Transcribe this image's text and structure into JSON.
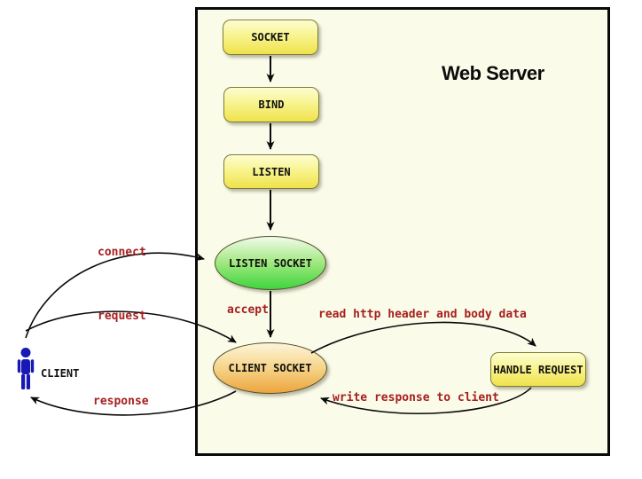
{
  "title": "Web Server",
  "nodes": {
    "socket": {
      "label": "SOCKET",
      "shape": "rounded-rect",
      "color": "yellow"
    },
    "bind": {
      "label": "BIND",
      "shape": "rounded-rect",
      "color": "yellow"
    },
    "listen": {
      "label": "LISTEN",
      "shape": "rounded-rect",
      "color": "yellow"
    },
    "listen_socket": {
      "label": "LISTEN SOCKET",
      "shape": "ellipse",
      "color": "green"
    },
    "client_socket": {
      "label": "CLIENT SOCKET",
      "shape": "ellipse",
      "color": "orange"
    },
    "handle_request": {
      "label": "HANDLE REQUEST",
      "shape": "rounded-rect",
      "color": "yellow"
    }
  },
  "client": {
    "label": "CLIENT"
  },
  "edges": {
    "socket_to_bind": {
      "from": "socket",
      "to": "bind"
    },
    "bind_to_listen": {
      "from": "bind",
      "to": "listen"
    },
    "listen_to_lsock": {
      "from": "listen",
      "to": "listen_socket"
    },
    "accept": {
      "label": "accept",
      "from": "listen_socket",
      "to": "client_socket"
    },
    "connect": {
      "label": "connect",
      "from": "client",
      "to": "listen_socket"
    },
    "request": {
      "label": "request",
      "from": "client",
      "to": "client_socket"
    },
    "response": {
      "label": "response",
      "from": "client_socket",
      "to": "client"
    },
    "read": {
      "label": "read http header and body data",
      "from": "client_socket",
      "to": "handle_request"
    },
    "write": {
      "label": "write response to client",
      "from": "handle_request",
      "to": "client_socket"
    }
  },
  "colors": {
    "server_background": "#fbfbe9",
    "server_border": "#0a0a0a",
    "process_box_top": "#fdfdd2",
    "process_box_bottom": "#efe24b",
    "listen_socket_top": "#f2fbec",
    "listen_socket_bottom": "#3ed53e",
    "client_socket_top": "#fdf5da",
    "client_socket_bottom": "#eda43e",
    "edge_label_text": "#a62020",
    "client_figure": "#1818b4"
  }
}
